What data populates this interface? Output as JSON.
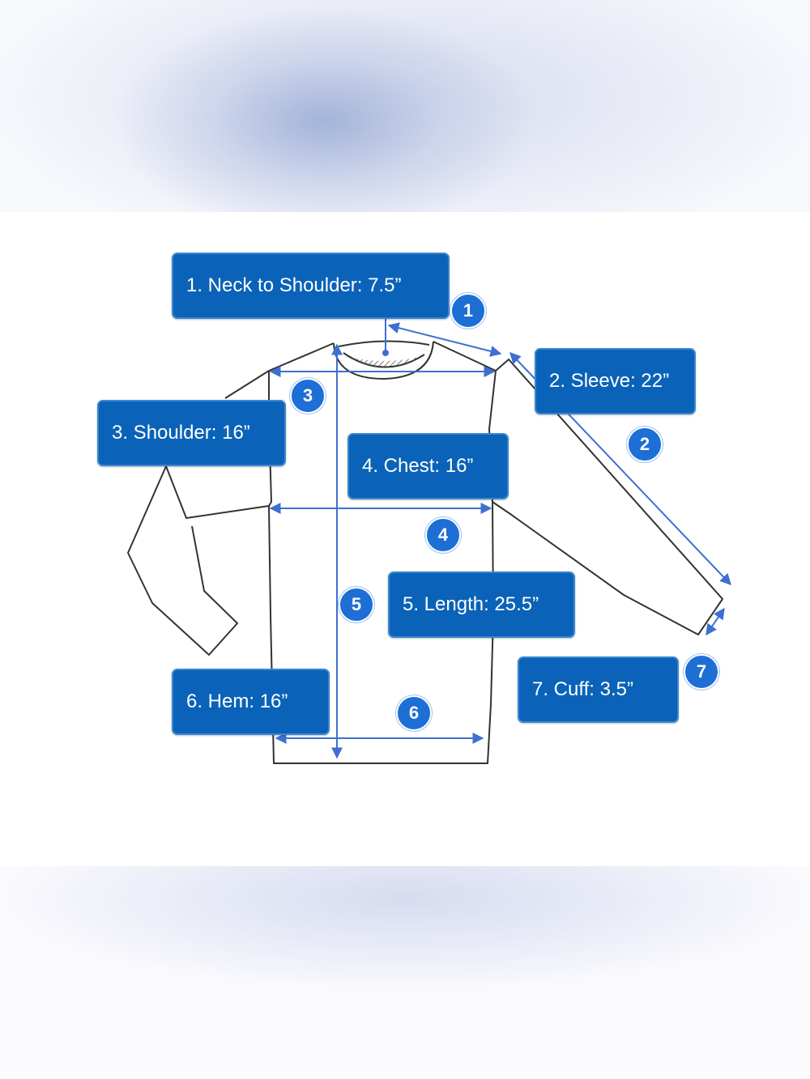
{
  "labels": [
    {
      "id": "neck-to-shoulder",
      "number": "1",
      "text": "1. Neck to Shoulder: 7.5”"
    },
    {
      "id": "sleeve",
      "number": "2",
      "text": "2. Sleeve: 22”"
    },
    {
      "id": "shoulder",
      "number": "3",
      "text": "3. Shoulder: 16”"
    },
    {
      "id": "chest",
      "number": "4",
      "text": "4. Chest: 16”"
    },
    {
      "id": "length",
      "number": "5",
      "text": "5. Length: 25.5”"
    },
    {
      "id": "hem",
      "number": "6",
      "text": "6. Hem: 16”"
    },
    {
      "id": "cuff",
      "number": "7",
      "text": "7. Cuff: 3.5”"
    }
  ],
  "colors": {
    "label_fill": "#0a63b8",
    "badge_fill": "#1d6fd6",
    "measure_line": "#3f6fd0",
    "garment_outline": "#333333"
  }
}
